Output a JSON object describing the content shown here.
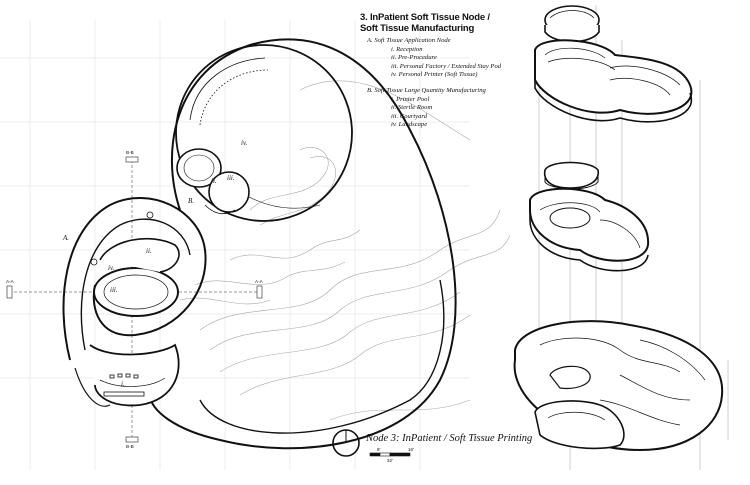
{
  "legend": {
    "title_line1": "3. InPatient Soft Tissue Node /",
    "title_line2": "Soft Tissue Manufacturing",
    "section_a": {
      "heading": "A.  Soft Tissue Application Node",
      "items": [
        "i. Reception",
        "ii. Pre-Procedure",
        "iii. Personal Factory / Extended Stay Pod",
        "iv. Personal Printer (Soft Tissue)"
      ]
    },
    "section_b": {
      "heading": "B.  Soft Tissue Large Quantity Manufacturing",
      "items": [
        "i. Printer Pool",
        "ii. Sterile Room",
        "iii. Courtyard",
        "iv. Landscape"
      ]
    }
  },
  "caption": "Node 3: InPatient / Soft Tissue Printing",
  "scale_bar": {
    "labels": [
      "8'",
      "16'",
      "32'"
    ]
  },
  "plan_labels": {
    "zone_a": "A.",
    "zone_b": "B.",
    "a_i": "i.",
    "a_ii": "ii.",
    "a_iii": "iii.",
    "a_iv": "iv.",
    "b_ii": "ii.",
    "b_iii": "iii.",
    "b_iv": "iv."
  },
  "section_markers": {
    "aa_left": "A-A",
    "aa_right": "A-A",
    "bb_top": "B-B",
    "bb_bottom": "B-B"
  },
  "colors": {
    "ink": "#111111",
    "grid": "#d6d6d6",
    "contour": "#9a9a9a"
  }
}
